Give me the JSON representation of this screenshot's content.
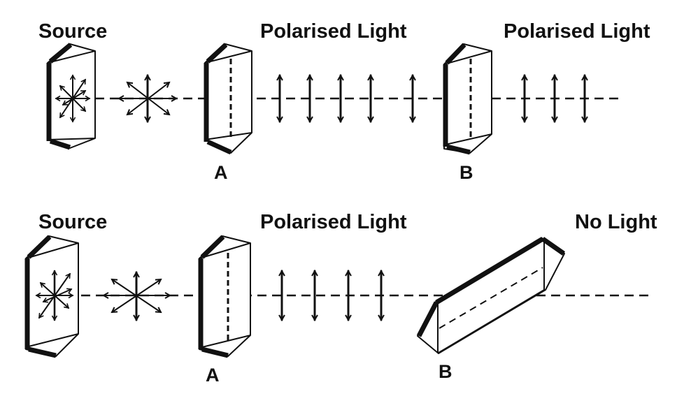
{
  "title": "Polarisation of light by crossed polaroids",
  "colors": {
    "ink": "#111111",
    "background": "#ffffff"
  },
  "rows": [
    {
      "id": "parallel",
      "labels": {
        "source": "Source",
        "between": "Polarised Light",
        "after": "Polarised Light",
        "polarizer": "A",
        "analyzer": "B"
      },
      "unpolarised_symbols": 1,
      "polarised_arrows_between": 5,
      "polarised_arrows_after": 3,
      "analyzer_orientation": "parallel"
    },
    {
      "id": "crossed",
      "labels": {
        "source": "Source",
        "between": "Polarised Light",
        "after": "No Light",
        "polarizer": "A",
        "analyzer": "B"
      },
      "unpolarised_symbols": 1,
      "polarised_arrows_between": 4,
      "polarised_arrows_after": 0,
      "analyzer_orientation": "crossed"
    }
  ]
}
